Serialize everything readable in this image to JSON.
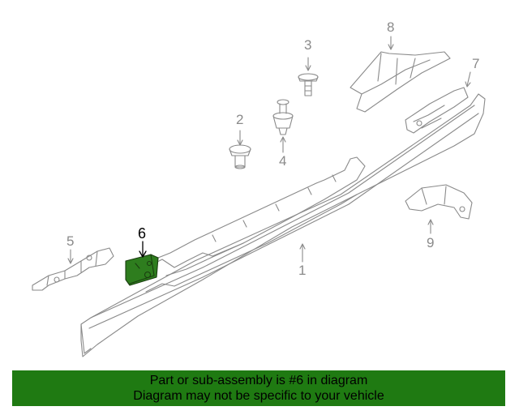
{
  "diagram": {
    "callouts": [
      {
        "id": "1",
        "label": "1"
      },
      {
        "id": "2",
        "label": "2"
      },
      {
        "id": "3",
        "label": "3"
      },
      {
        "id": "4",
        "label": "4"
      },
      {
        "id": "5",
        "label": "5"
      },
      {
        "id": "6",
        "label": "6"
      },
      {
        "id": "7",
        "label": "7"
      },
      {
        "id": "8",
        "label": "8"
      },
      {
        "id": "9",
        "label": "9"
      }
    ],
    "highlighted_part": "6",
    "colors": {
      "line": "#8a8a8a",
      "highlight_fill": "#2e7d1e",
      "banner": "#1f7a12"
    }
  },
  "banner": {
    "line1": "Part or sub-assembly is #6 in diagram",
    "line2": "Diagram may not be specific to your vehicle"
  }
}
